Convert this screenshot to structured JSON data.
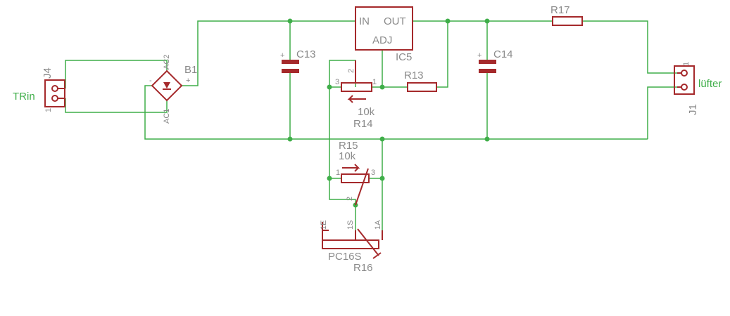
{
  "colors": {
    "wire": "#3fae49",
    "part": "#a5292b",
    "label": "#8a8a8a",
    "net_label": "#3fae49"
  },
  "nets": {
    "input": "TRin",
    "output": "lüfter"
  },
  "connectors": {
    "j4": {
      "name": "J4",
      "pin1": "1"
    },
    "j1": {
      "name": "J1",
      "pin1": "1"
    }
  },
  "bridge": {
    "name": "B1",
    "ac2": "AC2",
    "ac1": "AC1",
    "minus": "-",
    "plus": "+"
  },
  "capacitors": {
    "c13": {
      "name": "C13",
      "polarity": "+"
    },
    "c14": {
      "name": "C14",
      "polarity": "+"
    }
  },
  "regulator": {
    "name": "IC5",
    "in": "IN",
    "out": "OUT",
    "adj": "ADJ"
  },
  "resistors": {
    "r13": {
      "name": "R13"
    },
    "r17": {
      "name": "R17"
    },
    "r14": {
      "name": "R14",
      "value": "10k",
      "pin1": "1",
      "pin2": "2",
      "pin3": "3"
    },
    "r15": {
      "name": "R15",
      "value": "10k",
      "pin1": "1",
      "pin2": "2",
      "pin3": "3"
    },
    "r16": {
      "name": "R16",
      "package": "PC16S",
      "pin_e": "1E",
      "pin_s": "1S",
      "pin_a": "1A"
    }
  }
}
